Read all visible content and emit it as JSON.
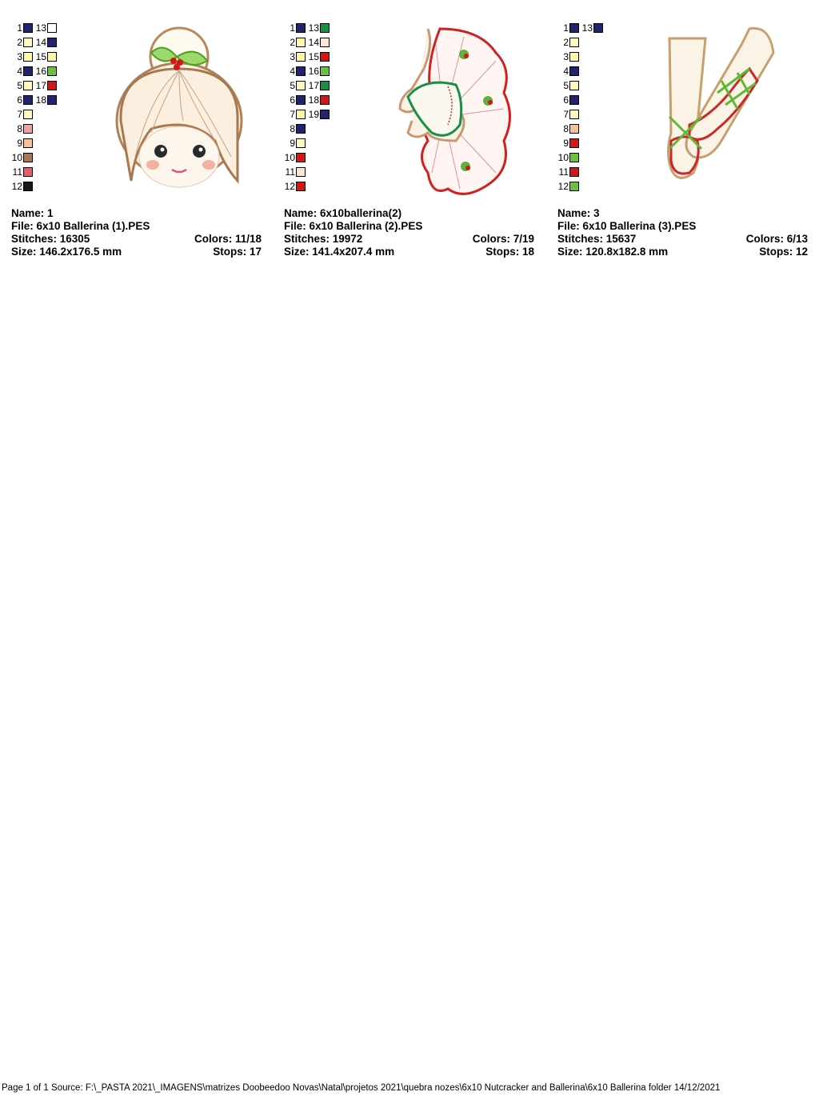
{
  "designs": [
    {
      "legend_col1": [
        {
          "n": "1",
          "color": "#22226e"
        },
        {
          "n": "2",
          "color": "#fff8c0"
        },
        {
          "n": "3",
          "color": "#fff8a8"
        },
        {
          "n": "4",
          "color": "#22226e"
        },
        {
          "n": "5",
          "color": "#fff8c0"
        },
        {
          "n": "6",
          "color": "#22226e"
        },
        {
          "n": "7",
          "color": "#fff8c0"
        },
        {
          "n": "8",
          "color": "#f4a0a0"
        },
        {
          "n": "9",
          "color": "#f8c098"
        },
        {
          "n": "10",
          "color": "#a87858"
        },
        {
          "n": "11",
          "color": "#e06070"
        },
        {
          "n": "12",
          "color": "#181818"
        }
      ],
      "legend_col2": [
        {
          "n": "13",
          "color": "#ffffff"
        },
        {
          "n": "14",
          "color": "#22226e"
        },
        {
          "n": "15",
          "color": "#fff8a8"
        },
        {
          "n": "16",
          "color": "#6cc040"
        },
        {
          "n": "17",
          "color": "#d01818"
        },
        {
          "n": "18",
          "color": "#22226e"
        }
      ],
      "name": "Name: 1",
      "file": "File: 6x10 Ballerina (1).PES",
      "stitches": "Stitches: 16305",
      "colors": "Colors: 11/18",
      "size": "Size: 146.2x176.5 mm",
      "stops": "Stops: 17"
    },
    {
      "legend_col1": [
        {
          "n": "1",
          "color": "#22226e"
        },
        {
          "n": "2",
          "color": "#fff8a8"
        },
        {
          "n": "3",
          "color": "#fff8a8"
        },
        {
          "n": "4",
          "color": "#22226e"
        },
        {
          "n": "5",
          "color": "#fff8c0"
        },
        {
          "n": "6",
          "color": "#22226e"
        },
        {
          "n": "7",
          "color": "#fff8a8"
        },
        {
          "n": "8",
          "color": "#22226e"
        },
        {
          "n": "9",
          "color": "#fff8c0"
        },
        {
          "n": "10",
          "color": "#d01818"
        },
        {
          "n": "11",
          "color": "#fde6d6"
        },
        {
          "n": "12",
          "color": "#d01818"
        }
      ],
      "legend_col2": [
        {
          "n": "13",
          "color": "#189048"
        },
        {
          "n": "14",
          "color": "#fde6d6"
        },
        {
          "n": "15",
          "color": "#d01818"
        },
        {
          "n": "16",
          "color": "#6cc040"
        },
        {
          "n": "17",
          "color": "#189048"
        },
        {
          "n": "18",
          "color": "#d01818"
        },
        {
          "n": "19",
          "color": "#22226e"
        }
      ],
      "name": "Name: 6x10ballerina(2)",
      "file": "File: 6x10 Ballerina (2).PES",
      "stitches": "Stitches: 19972",
      "colors": "Colors: 7/19",
      "size": "Size: 141.4x207.4 mm",
      "stops": "Stops: 18"
    },
    {
      "legend_col1": [
        {
          "n": "1",
          "color": "#22226e"
        },
        {
          "n": "2",
          "color": "#fff8c0"
        },
        {
          "n": "3",
          "color": "#fff8a8"
        },
        {
          "n": "4",
          "color": "#22226e"
        },
        {
          "n": "5",
          "color": "#fff8c0"
        },
        {
          "n": "6",
          "color": "#22226e"
        },
        {
          "n": "7",
          "color": "#fff8c0"
        },
        {
          "n": "8",
          "color": "#f8c098"
        },
        {
          "n": "9",
          "color": "#d01818"
        },
        {
          "n": "10",
          "color": "#6cc040"
        },
        {
          "n": "11",
          "color": "#d01818"
        },
        {
          "n": "12",
          "color": "#6cc040"
        }
      ],
      "legend_col2": [
        {
          "n": "13",
          "color": "#22226e"
        }
      ],
      "name": "Name: 3",
      "file": "File: 6x10 Ballerina (3).PES",
      "stitches": "Stitches: 15637",
      "colors": "Colors: 6/13",
      "size": "Size: 120.8x182.8 mm",
      "stops": "Stops: 12"
    }
  ],
  "footer": "Page 1 of 1  Source: F:\\_PASTA 2021\\_IMAGENS\\matrizes Doobeedoo Novas\\Natal\\projetos 2021\\quebra nozes\\6x10 Nutcracker and Ballerina\\6x10  Ballerina folder  14/12/2021"
}
